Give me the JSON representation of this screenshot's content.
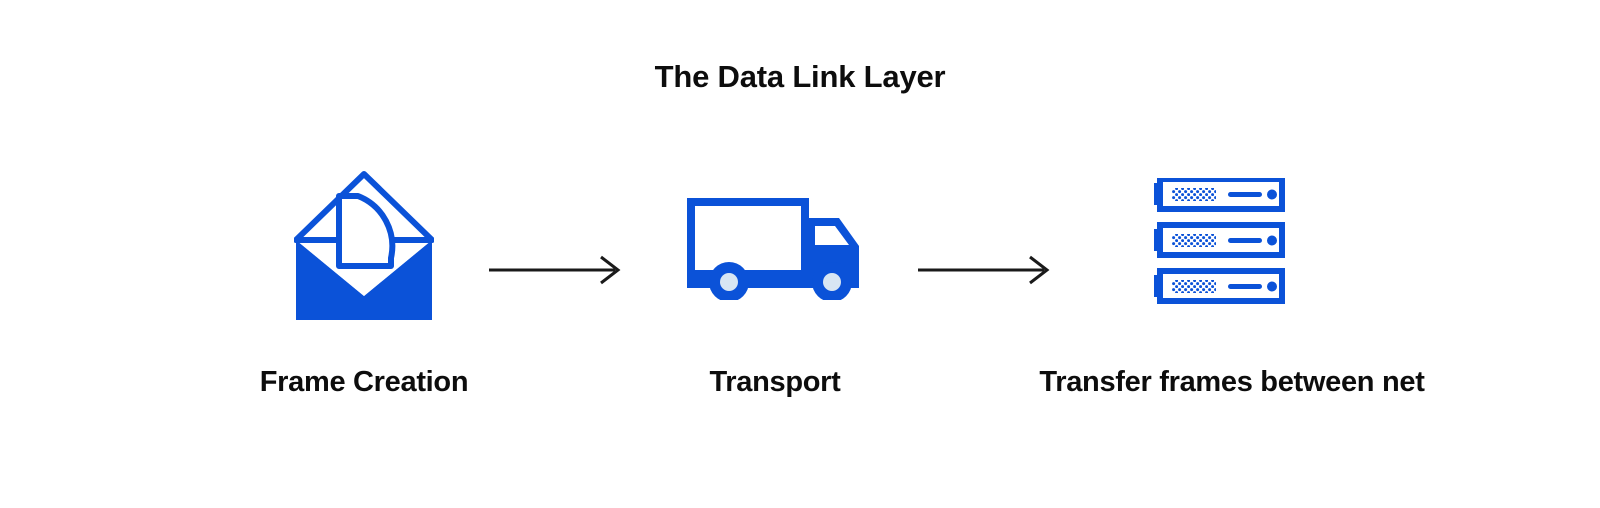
{
  "page": {
    "title": "The Data Link Layer",
    "background_color": "#ffffff",
    "accent_color": "#0b52d8",
    "text_color": "#0d0d0d",
    "arrow_color": "#1a1a1a",
    "wheel_hub_color": "#d8e6f3"
  },
  "flow": {
    "steps": [
      {
        "id": "frame-creation",
        "label": "Frame Creation",
        "icon": "open-envelope-icon"
      },
      {
        "id": "transport",
        "label": "Transport",
        "icon": "delivery-truck-icon"
      },
      {
        "id": "transfer",
        "label": "Transfer frames between net",
        "icon": "server-stack-icon"
      }
    ],
    "connectors": [
      {
        "id": "arrow-1",
        "icon": "arrow-right-icon"
      },
      {
        "id": "arrow-2",
        "icon": "arrow-right-icon"
      }
    ]
  }
}
